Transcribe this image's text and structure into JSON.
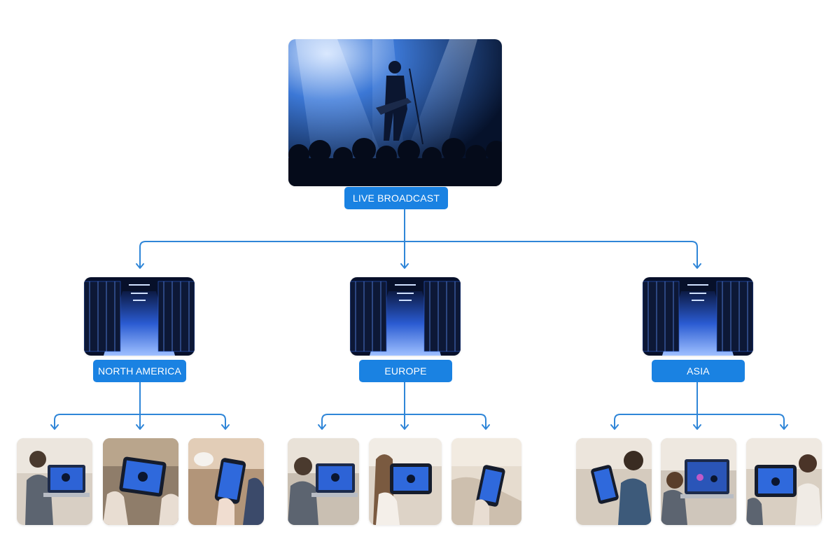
{
  "colors": {
    "accent": "#1a82e2",
    "connector": "#2f86d8",
    "label_text": "#ffffff"
  },
  "source": {
    "label": "LIVE BROADCAST",
    "image": "concert-performer-photo"
  },
  "regions": [
    {
      "label": "NORTH AMERICA",
      "image": "data-center-photo",
      "viewers": [
        {
          "device": "laptop-viewer-photo"
        },
        {
          "device": "tablet-viewer-photo"
        },
        {
          "device": "phone-viewer-photo"
        }
      ]
    },
    {
      "label": "EUROPE",
      "image": "data-center-photo",
      "viewers": [
        {
          "device": "laptop-viewer-photo"
        },
        {
          "device": "tablet-viewer-photo"
        },
        {
          "device": "phone-viewer-photo"
        }
      ]
    },
    {
      "label": "ASIA",
      "image": "data-center-photo",
      "viewers": [
        {
          "device": "phone-viewer-photo"
        },
        {
          "device": "laptop-viewer-photo"
        },
        {
          "device": "tablet-viewer-photo"
        }
      ]
    }
  ]
}
